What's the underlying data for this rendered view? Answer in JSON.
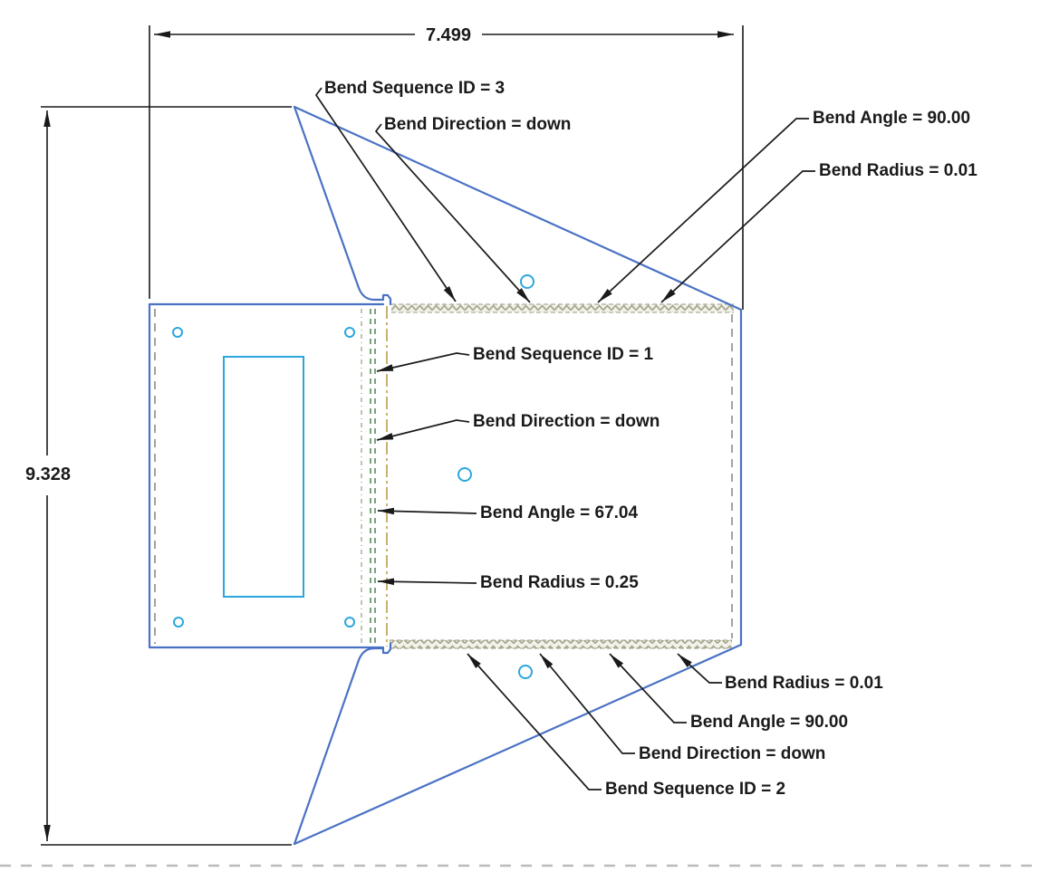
{
  "drawing_type": "sheet-metal flat pattern with bend annotations",
  "dimensions": {
    "horizontal": {
      "value": "7.499"
    },
    "vertical": {
      "value": "9.328"
    }
  },
  "bend_annotations": {
    "top": {
      "sequence": "Bend Sequence ID = 3",
      "direction": "Bend Direction = down",
      "angle": "Bend Angle = 90.00",
      "radius": "Bend Radius = 0.01"
    },
    "middle": {
      "sequence": "Bend Sequence ID = 1",
      "direction": "Bend Direction = down",
      "angle": "Bend Angle = 67.04",
      "radius": "Bend Radius = 0.25"
    },
    "bottom": {
      "radius": "Bend Radius = 0.01",
      "angle": "Bend Angle = 90.00",
      "direction": "Bend Direction = down",
      "sequence": "Bend Sequence ID = 2"
    }
  },
  "colors": {
    "part_outline": "#4a72c4",
    "feature_lines": "#2ba7dd",
    "bend_centerline": "#ad9330",
    "bend_tangent_line": "#3e7a46",
    "hidden_line": "#8c8c8c",
    "annotation": "#1a1a1a",
    "page_edge": "#bbbbbb"
  }
}
